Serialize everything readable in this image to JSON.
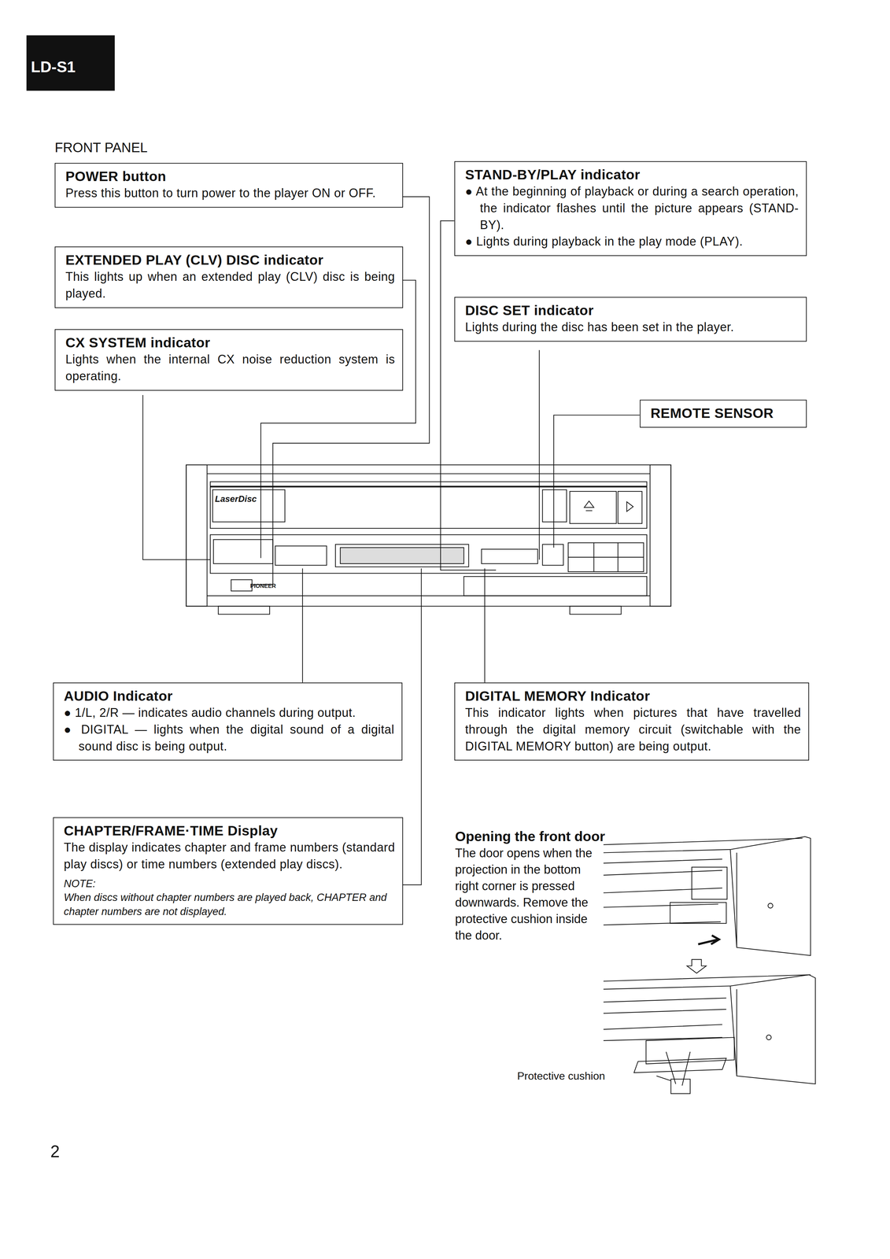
{
  "diagram": {
    "nodes": [
      {
        "text": [
          "POWER button",
          "Press this button to turn power to the player ON or OFF."
        ]
      },
      {
        "text": [
          "EXTENDED PLAY (CLV) DISC indicator",
          "This lights up when an extended play (CLV) disc is being played."
        ]
      },
      {
        "text": [
          "CX SYSTEM indicator",
          "Lights when the internal CX noise reduction system is operating."
        ]
      },
      {
        "text": [
          "STAND-BY/PLAY indicator",
          "● At the beginning of playback or during a search operation, the indicator flashes until the picture appears (STAND-BY).",
          "● Lights during playback in the play mode (PLAY)."
        ]
      },
      {
        "text": [
          "DISC SET indicator",
          "Lights during the disc has been set in the player."
        ]
      },
      {
        "text": [
          "REMOTE SENSOR"
        ]
      },
      {
        "text": [
          "AUDIO Indicator",
          "● 1/L, 2/R — indicates audio channels during output.",
          "● DIGITAL — lights when the digital sound of a digital sound disc is being output."
        ]
      },
      {
        "text": [
          "DIGITAL MEMORY Indicator",
          "This indicator lights when pictures that have travelled through the digital memory circuit (switchable with the DIGITAL MEMORY button) are being output."
        ]
      },
      {
        "text": [
          "CHAPTER/FRAME·TIME Display",
          "The display indicates chapter and frame numbers (standard play discs) or time numbers (extended play discs).",
          "NOTE:",
          "When discs without chapter numbers are played back, CHAPTER and chapter numbers are not displayed."
        ]
      }
    ],
    "labels": [
      "LD-S1",
      "FRONT PANEL",
      "Opening the front door",
      "The door opens when the projection in the bottom right corner is pressed downwards. Remove the protective cushion inside the door.",
      "Protective cushion",
      "2",
      "LaserDisc",
      "PIONEER"
    ]
  }
}
